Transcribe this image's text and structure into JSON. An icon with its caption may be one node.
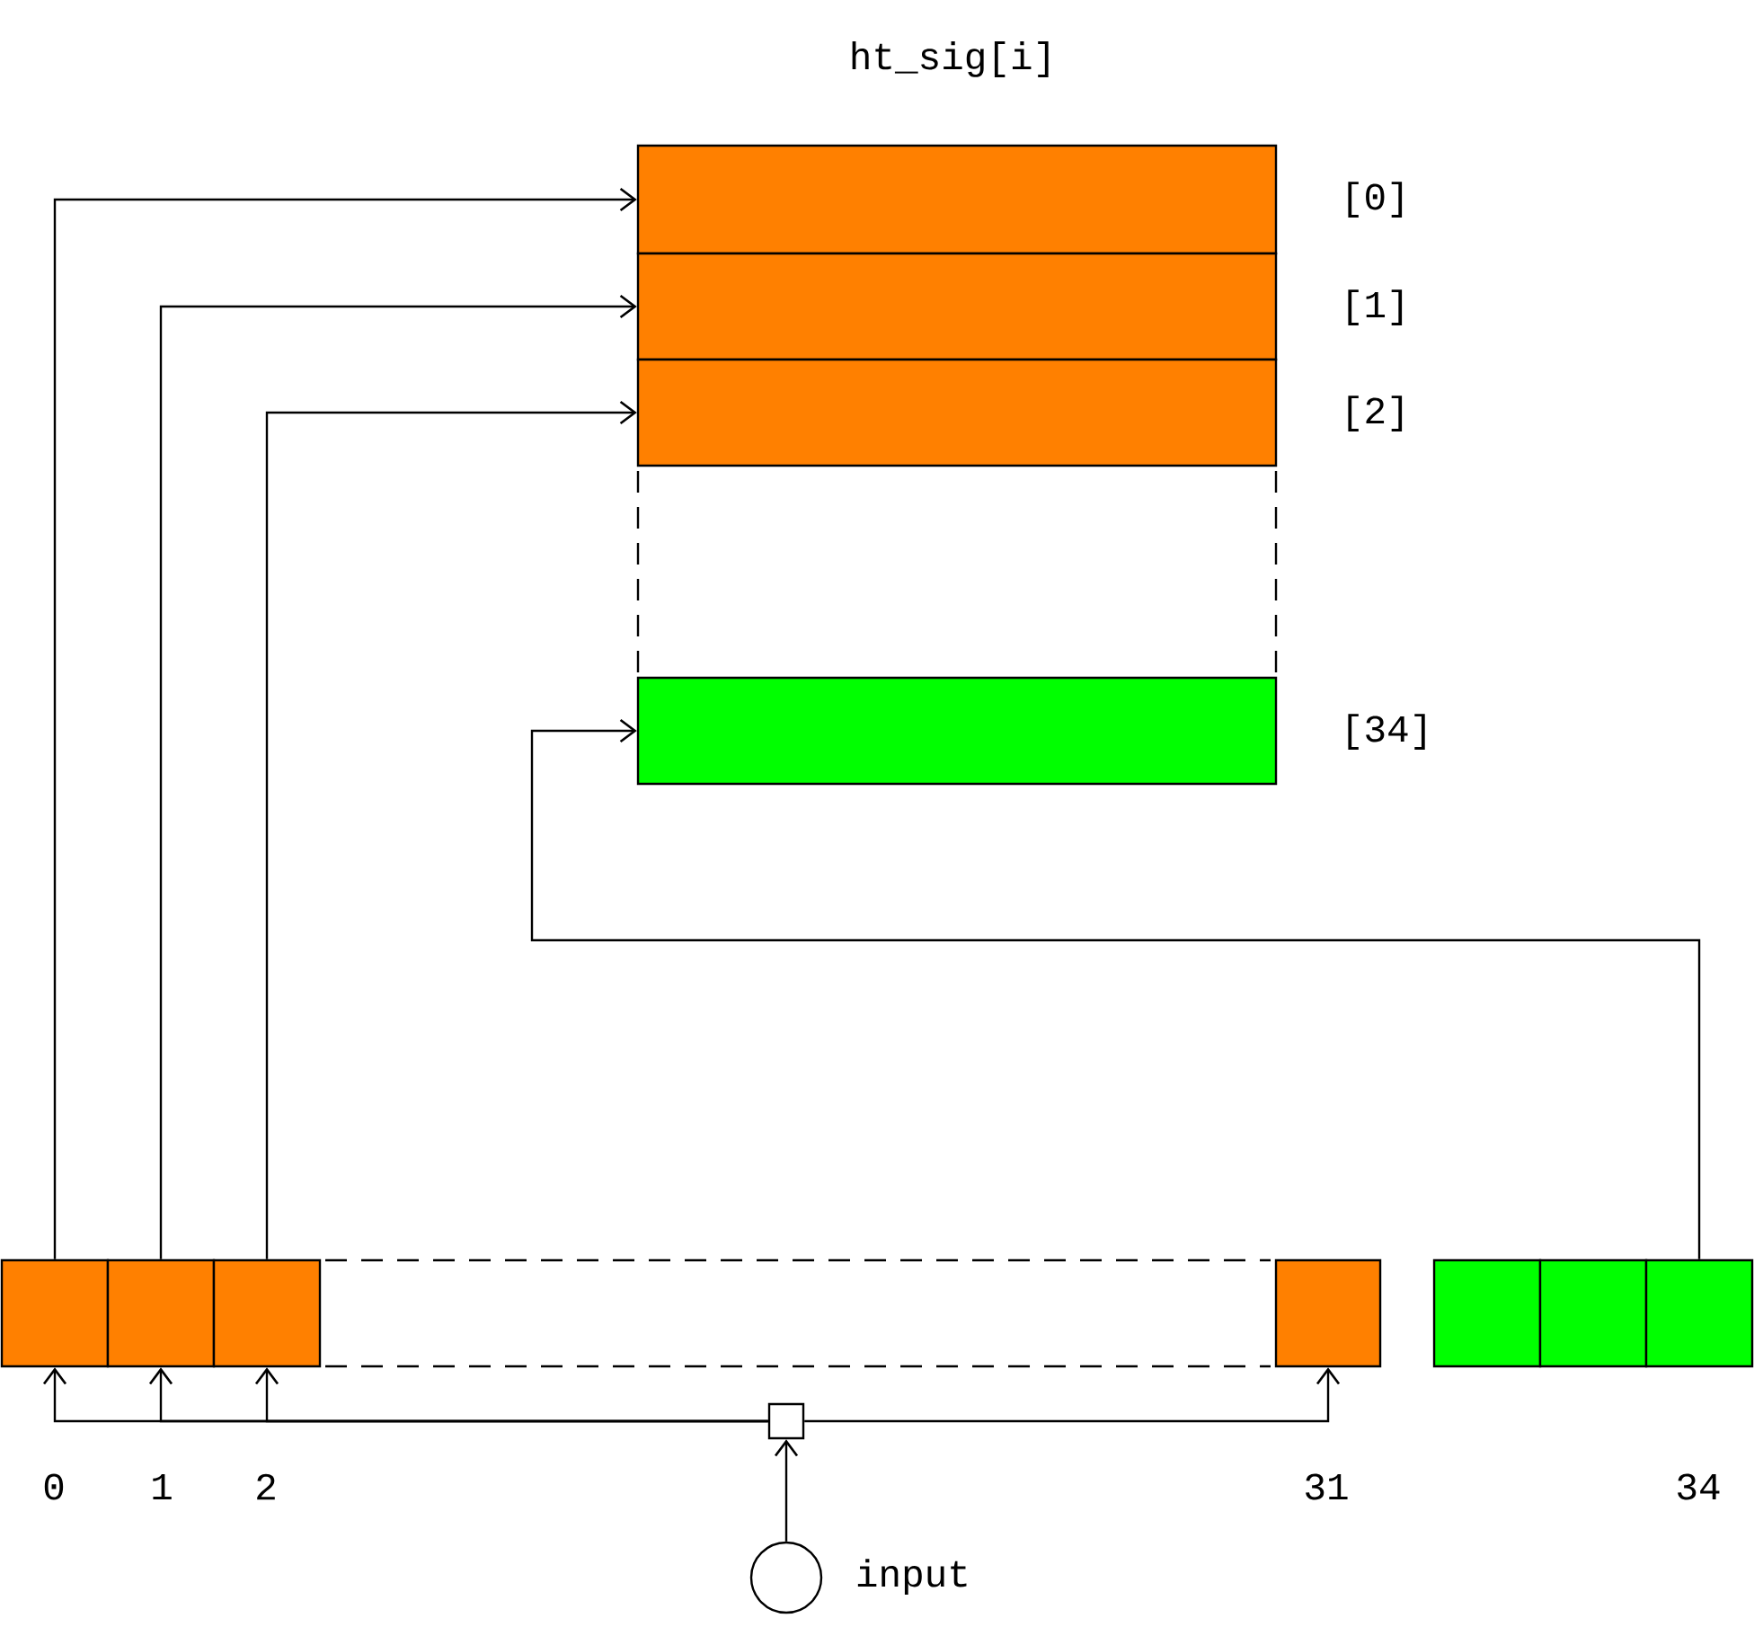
{
  "diagram": {
    "title": "ht_sig[i]",
    "nodes": [
      {
        "text": [],
        "shape": "box",
        "beside": [
          "[0]"
        ]
      },
      {
        "text": [],
        "shape": "box",
        "beside": [
          "[1]"
        ]
      },
      {
        "text": [],
        "shape": "box",
        "beside": [
          "[2]"
        ]
      },
      {
        "text": [],
        "shape": "box",
        "beside": [
          "[34]"
        ]
      },
      {
        "text": [],
        "shape": "box",
        "beside": [
          "0"
        ]
      },
      {
        "text": [],
        "shape": "box",
        "beside": [
          "1"
        ]
      },
      {
        "text": [],
        "shape": "box",
        "beside": [
          "2"
        ]
      },
      {
        "text": [],
        "shape": "box",
        "beside": [
          "31"
        ]
      },
      {
        "text": [],
        "shape": "box"
      },
      {
        "text": [],
        "shape": "box"
      },
      {
        "text": [],
        "shape": "box",
        "beside": [
          "34"
        ]
      },
      {
        "text": [],
        "shape": "box"
      },
      {
        "text": [],
        "shape": "circle",
        "beside": [
          "input"
        ]
      }
    ],
    "edges": [
      {
        "from": 4,
        "to": 0,
        "arrow": "to"
      },
      {
        "from": 5,
        "to": 1,
        "arrow": "to"
      },
      {
        "from": 6,
        "to": 2,
        "arrow": "to"
      },
      {
        "from": 10,
        "to": 3,
        "arrow": "to"
      },
      {
        "from": 12,
        "to": 11,
        "arrow": "to"
      },
      {
        "from": 11,
        "to": 4,
        "arrow": "to"
      },
      {
        "from": 11,
        "to": 5,
        "arrow": "to"
      },
      {
        "from": 11,
        "to": 6,
        "arrow": "to"
      },
      {
        "from": 11,
        "to": 7,
        "arrow": "to"
      }
    ]
  }
}
